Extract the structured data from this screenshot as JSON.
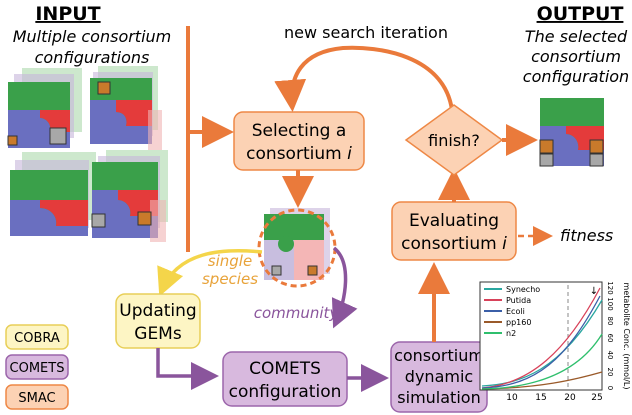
{
  "input": {
    "title": "INPUT",
    "subtitle_line1": "Multiple consortium",
    "subtitle_line2": "configurations"
  },
  "output": {
    "title": "OUTPUT",
    "subtitle_line1": "The selected",
    "subtitle_line2": "consortium",
    "subtitle_line3": "configuration"
  },
  "loop_label": "new search iteration",
  "nodes": {
    "select_line1": "Selecting a",
    "select_line2": "consortium",
    "select_var": "i",
    "finish": "finish?",
    "evaluate_line1": "Evaluating",
    "evaluate_line2": "consortium",
    "evaluate_var": "i",
    "fitness": "fitness",
    "update_line1": "Updating",
    "update_line2": "GEMs",
    "comets_line1": "COMETS",
    "comets_line2": "configuration",
    "sim_line1": "consortium",
    "sim_line2": "dynamic",
    "sim_line3": "simulation"
  },
  "edge_labels": {
    "single_line1": "single",
    "single_line2": "species",
    "community": "community"
  },
  "legend": [
    {
      "label": "COBRA",
      "fill": "#fdf5c4",
      "stroke": "#e8cf58"
    },
    {
      "label": "COMETS",
      "fill": "#d8b9de",
      "stroke": "#9c66ab"
    },
    {
      "label": "SMAC",
      "fill": "#fcd2b4",
      "stroke": "#ee8846"
    }
  ],
  "colors": {
    "smac_orange": "#ea7a3b",
    "cobra_yellow": "#f4d54a",
    "comets_purple": "#8a559c"
  },
  "inset": {
    "legend": [
      "Synecho",
      "Putida",
      "Ecoli",
      "pp160",
      "n2"
    ],
    "xticks": [
      "10",
      "15",
      "20",
      "25"
    ],
    "yticks": [
      "0",
      "20",
      "40",
      "60",
      "80",
      "100",
      "120"
    ],
    "ylabel": "metabolite Conc. (mmol/L)"
  }
}
